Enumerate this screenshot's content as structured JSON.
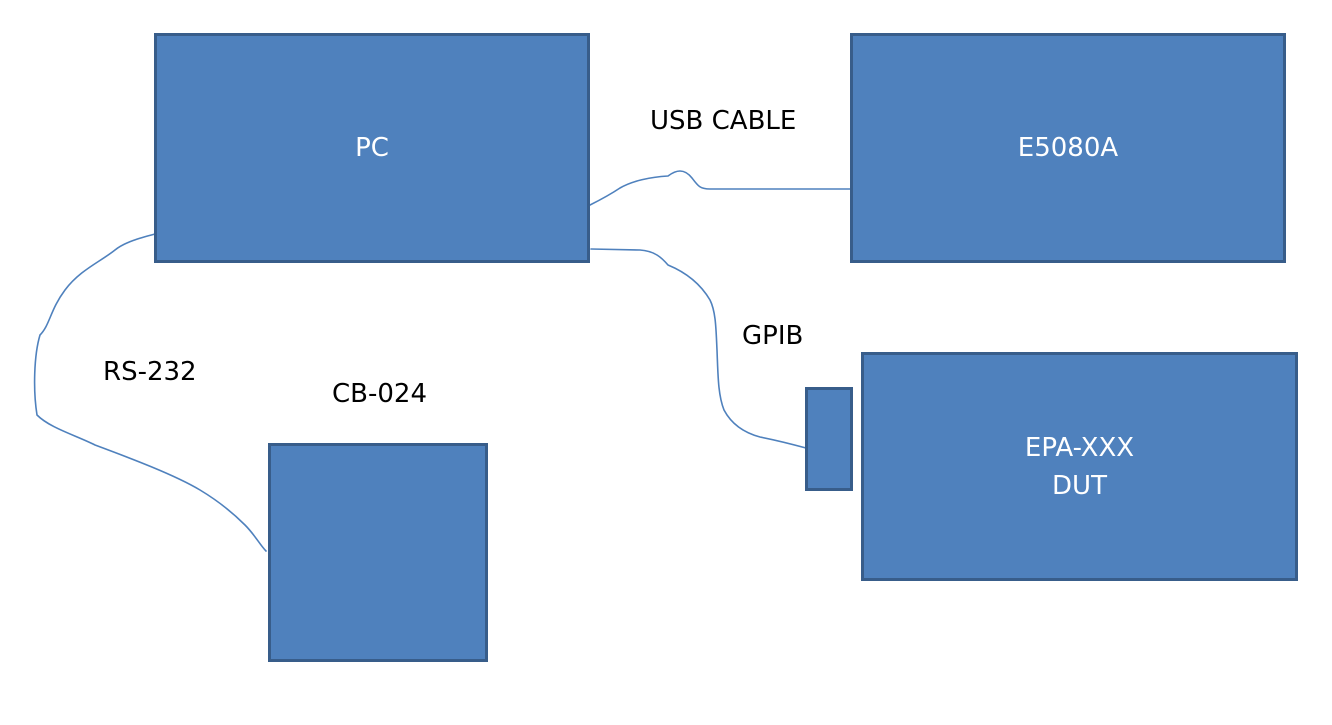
{
  "diagram": {
    "colors": {
      "box_fill": "#4f81bd",
      "box_border": "#385d8a",
      "box_text": "#ffffff",
      "wire": "#4f81bd",
      "label_text": "#000000",
      "background": "#ffffff"
    },
    "nodes": {
      "pc": {
        "label": "PC"
      },
      "e5080a": {
        "label": "E5080A"
      },
      "dut": {
        "line1": "EPA-XXX",
        "line2": "DUT"
      },
      "dut_connector": {
        "label": ""
      },
      "cb024": {
        "label": ""
      }
    },
    "labels": {
      "usb": "USB CABLE",
      "gpib": "GPIB",
      "rs232": "RS-232",
      "cb024": "CB-024"
    },
    "connections": [
      {
        "from": "PC",
        "to": "E5080A",
        "label": "USB CABLE"
      },
      {
        "from": "PC",
        "to": "EPA-XXX DUT",
        "label": "GPIB"
      },
      {
        "from": "PC",
        "to": "CB-024",
        "label": "RS-232"
      }
    ]
  }
}
